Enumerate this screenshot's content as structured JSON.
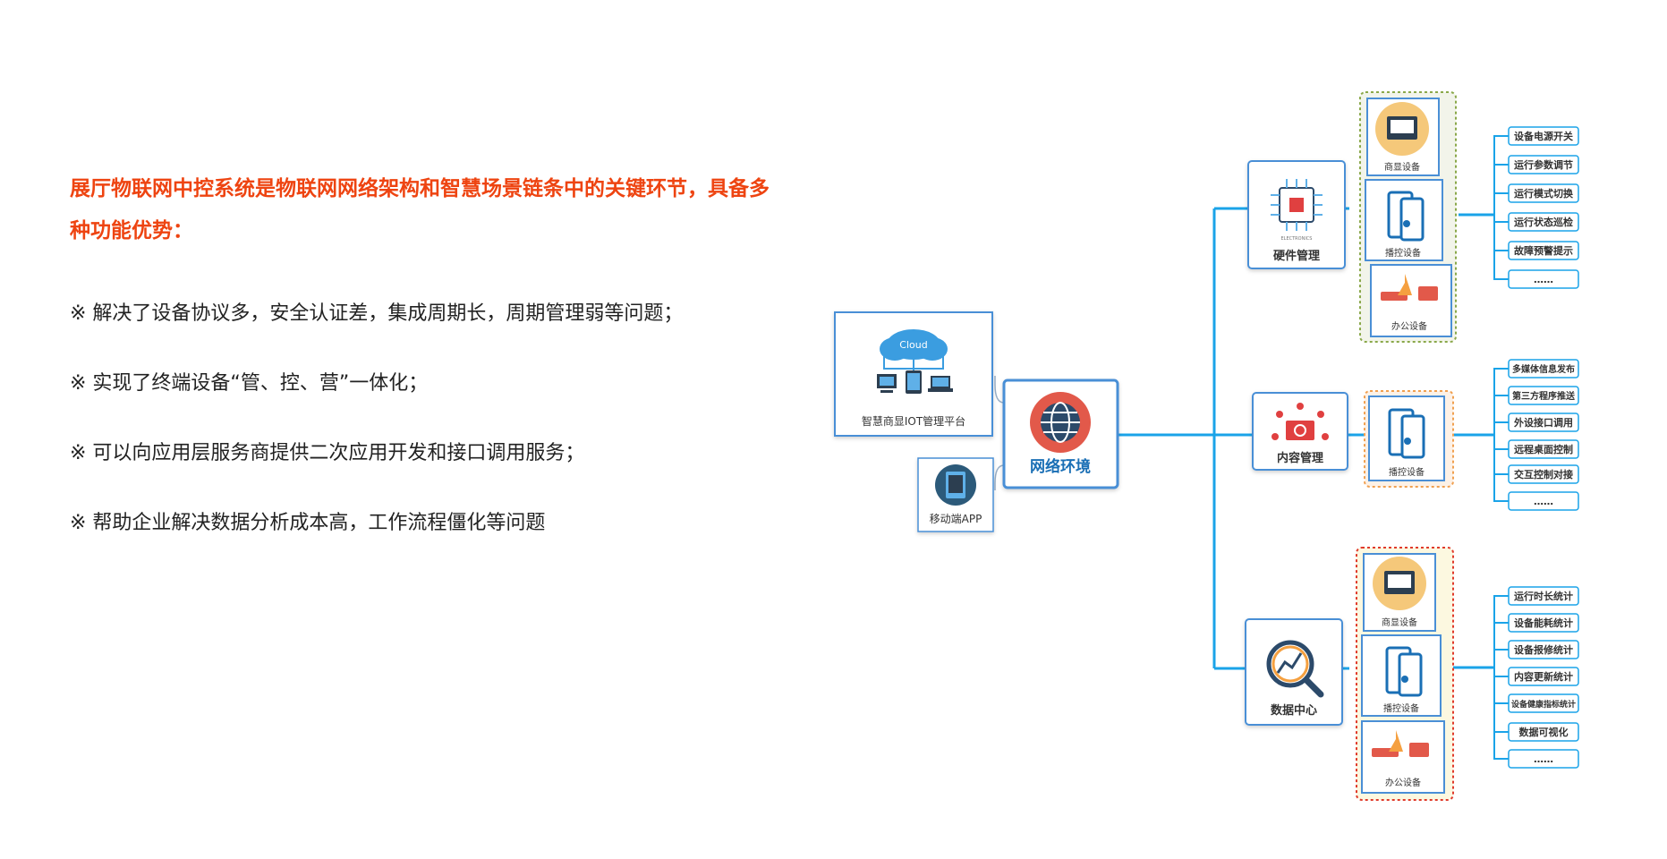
{
  "text": {
    "headline": "展厅物联网中控系统是物联网网络架构和智慧场景链条中的关键环节，具备多种功能优势：",
    "bullets": [
      "※ 解决了设备协议多，安全认证差，集成周期长，周期管理弱等问题；",
      "※ 实现了终端设备“管、控、营”一体化；",
      "※ 可以向应用层服务商提供二次应用开发和接口调用服务；",
      "※ 帮助企业解决数据分析成本高，工作流程僵化等问题"
    ]
  },
  "diagram": {
    "platform": {
      "label": "智慧商显IOT管理平台",
      "cloud_text": "Cloud"
    },
    "mobile": {
      "label": "移动端APP"
    },
    "center": {
      "label": "网络环境"
    },
    "branches": [
      {
        "label": "硬件管理",
        "icon_caption": "ELECTRONICS",
        "devices": [
          "商显设备",
          "播控设备",
          "办公设备"
        ],
        "features": [
          "设备电源开关",
          "运行参数调节",
          "运行模式切换",
          "运行状态巡检",
          "故障预警提示",
          "……"
        ]
      },
      {
        "label": "内容管理",
        "devices": [
          "播控设备"
        ],
        "features": [
          "多媒体信息发布",
          "第三方程序推送",
          "外设接口调用",
          "远程桌面控制",
          "交互控制对接",
          "……"
        ]
      },
      {
        "label": "数据中心",
        "devices": [
          "商显设备",
          "播控设备",
          "办公设备"
        ],
        "features": [
          "运行时长统计",
          "设备能耗统计",
          "设备报修统计",
          "内容更新统计",
          "设备健康指标统计",
          "数据可视化",
          "……"
        ]
      }
    ]
  },
  "colors": {
    "accent_text": "#ee4411",
    "line_blue": "#1aa3e8",
    "box_border": "#4a8fd6",
    "hardware_group": "#8aa84a",
    "content_group": "#f0a050",
    "data_group": "#e03a2a"
  }
}
